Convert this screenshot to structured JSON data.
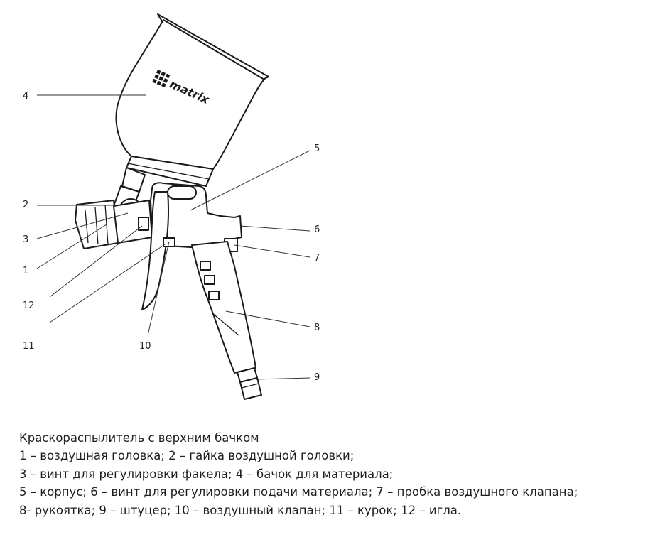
{
  "figure": {
    "brand_logo": "matrix",
    "callouts": [
      {
        "id": "4",
        "label": "4"
      },
      {
        "id": "5",
        "label": "5"
      },
      {
        "id": "2",
        "label": "2"
      },
      {
        "id": "6",
        "label": "6"
      },
      {
        "id": "3",
        "label": "3"
      },
      {
        "id": "7",
        "label": "7"
      },
      {
        "id": "1",
        "label": "1"
      },
      {
        "id": "12",
        "label": "12"
      },
      {
        "id": "8",
        "label": "8"
      },
      {
        "id": "11",
        "label": "11"
      },
      {
        "id": "10",
        "label": "10"
      },
      {
        "id": "9",
        "label": "9"
      }
    ]
  },
  "caption": {
    "title": "Краскораспылитель с верхним бачком",
    "lines": [
      "1 – воздушная головка; 2 – гайка воздушной головки;",
      "3 – винт для регулировки факела; 4 – бачок для материала;",
      "5 – корпус; 6 – винт для регулировки подачи материала; 7 – пробка воздушного клапана;",
      "8- рукоятка; 9 – штуцер; 10 – воздушный клапан; 11 – курок; 12 – игла."
    ]
  }
}
